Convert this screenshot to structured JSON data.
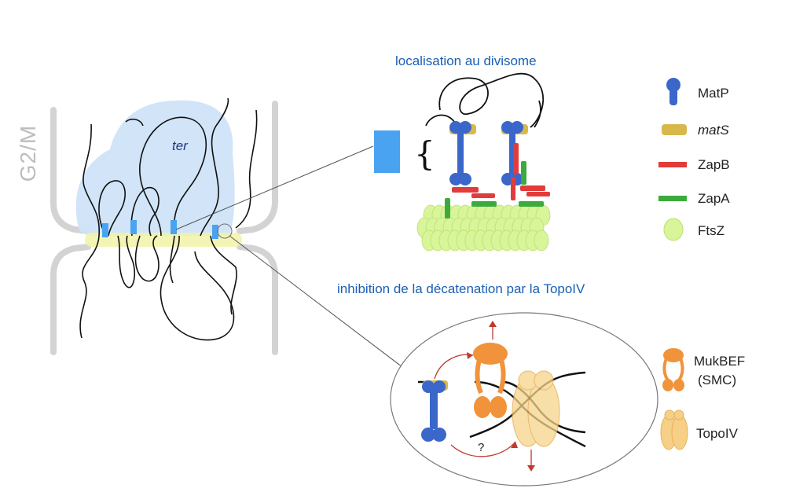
{
  "phase_label": "G2/M",
  "ter_label": "ter",
  "section_top_title": "localisation au  divisome",
  "section_bottom_title": "inhibition de la décatenation par la TopoIV",
  "question_mark": "?",
  "legend": {
    "matp": "MatP",
    "mats": "matS",
    "zapb": "ZapB",
    "zapa": "ZapA",
    "ftsz": "FtsZ",
    "mukbef_line1": "MukBEF",
    "mukbef_line2": "(SMC)",
    "topoiv": "TopoIV"
  },
  "colors": {
    "matp_blue": "#3a67c9",
    "mats_yellow": "#d8b84a",
    "zapb_red": "#e23b3b",
    "zapa_green": "#3daa3d",
    "ftsz_green": "#d8f59a",
    "mukbef_orange": "#f0933a",
    "topoiv_peach": "#f6c873",
    "ter_region_blue": "#cfe3f8",
    "title_blue": "#1a5fb4"
  }
}
